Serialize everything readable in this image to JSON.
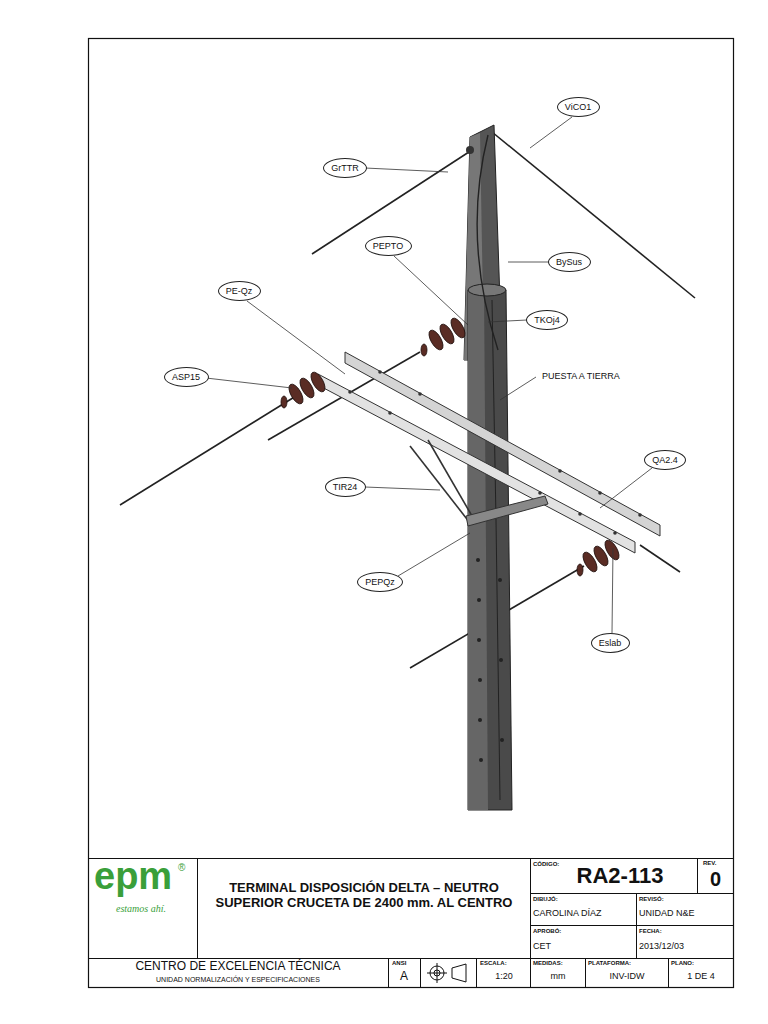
{
  "diagram": {
    "title": "TERMINAL DISPOSICIÓN DELTA – NEUTRO SUPERIOR CRUCETA DE 2400 mm. AL CENTRO",
    "nodes": [
      {
        "text": [
          "ViCO1"
        ]
      },
      {
        "text": [
          "GrTTR"
        ]
      },
      {
        "text": [
          "PEPTO"
        ]
      },
      {
        "text": [
          "BySus"
        ]
      },
      {
        "text": [
          "PE-Qz"
        ]
      },
      {
        "text": [
          "TKOj4"
        ]
      },
      {
        "text": [
          "ASP15"
        ]
      },
      {
        "text": [
          "QA2.4"
        ]
      },
      {
        "text": [
          "TIR24"
        ]
      },
      {
        "text": [
          "PEPQz"
        ]
      },
      {
        "text": [
          "Eslab"
        ]
      }
    ],
    "labels": [
      "PUESTA A TIERRA",
      "epm",
      "®",
      "estamos ahí.",
      "CÓDIGO:",
      "RA2-113",
      "REV.",
      "0",
      "DIBUJÓ:",
      "CAROLINA DÍAZ",
      "REVISÓ:",
      "UNIDAD N&E",
      "APROBÓ:",
      "CET",
      "FECHA:",
      "2013/12/03",
      "CENTRO DE EXCELENCIA TÉCNICA",
      "UNIDAD NORMALIZACIÓN Y ESPECIFICACIONES",
      "ANSI",
      "A",
      "ESCALA:",
      "1:20",
      "MEDIDAS:",
      "mm",
      "PLATAFORMA:",
      "INV-IDW",
      "PLANO:",
      "1 DE 4"
    ]
  }
}
